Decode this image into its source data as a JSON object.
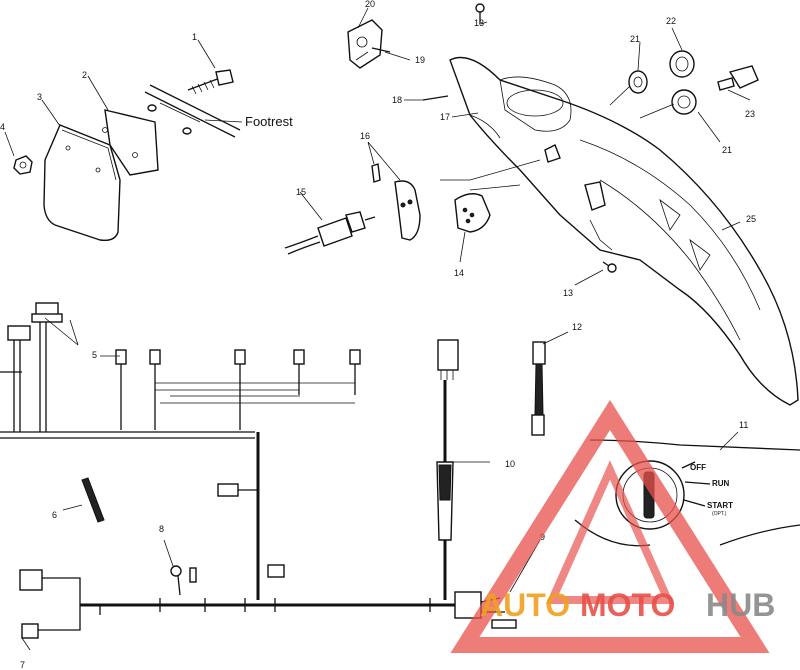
{
  "callouts": {
    "c1": "1",
    "c2": "2",
    "c3": "3",
    "c4": "4",
    "c5": "5",
    "c6": "6",
    "c7": "7",
    "c8": "8",
    "c9": "9",
    "c10": "10",
    "c11": "11",
    "c12": "12",
    "c13a": "13",
    "c13b": "13",
    "c14": "14",
    "c15": "15",
    "c16": "16",
    "c17": "17",
    "c18": "18",
    "c19": "19",
    "c20": "20",
    "c21a": "21",
    "c21b": "21",
    "c22": "22",
    "c23": "23",
    "c25": "25"
  },
  "labels": {
    "footrest": "Footrest"
  },
  "switch": {
    "off": "OFF",
    "run": "RUN",
    "start": "START",
    "start_sub": "(OPT.)"
  },
  "watermark": {
    "part1": "AUTO",
    "part2": "MOTO",
    "part3": "HUB",
    "color_red": "#e8504a",
    "color_orange": "#f0a020",
    "color_gray": "#8a8a8a"
  }
}
